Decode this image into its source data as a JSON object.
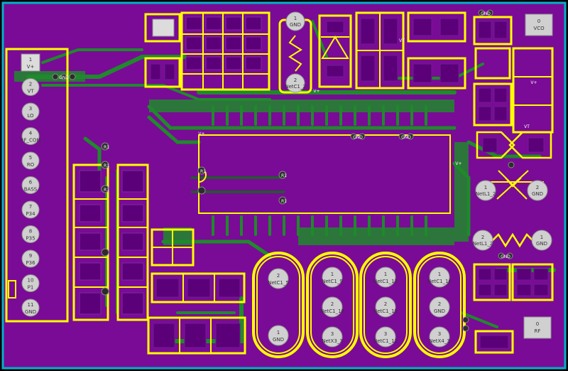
{
  "connector": {
    "pins": [
      {
        "num": "1",
        "label": "V+"
      },
      {
        "num": "2",
        "label": "VT"
      },
      {
        "num": "3",
        "label": "LO"
      },
      {
        "num": "4",
        "label": "RF_COM"
      },
      {
        "num": "5",
        "label": "RO"
      },
      {
        "num": "6",
        "label": "BASS"
      },
      {
        "num": "7",
        "label": "P34"
      },
      {
        "num": "8",
        "label": "P35"
      },
      {
        "num": "9",
        "label": "P36"
      },
      {
        "num": "10",
        "label": "P1"
      },
      {
        "num": "11",
        "label": "GND"
      }
    ]
  },
  "pads": {
    "top_gnd": {
      "num": "1",
      "label": "GND"
    },
    "top_netc": {
      "num": "2",
      "label": "NetC1_2"
    },
    "vco": {
      "num": "0",
      "label": "VCO"
    },
    "rf": {
      "num": "0",
      "label": "RF"
    },
    "l1_left": {
      "num": "1",
      "label": "NetL1_2"
    },
    "l1_right": {
      "num": "2",
      "label": "GND"
    },
    "r_left": {
      "num": "2",
      "label": "NetL1_2"
    },
    "r_right": {
      "num": "1",
      "label": "GND"
    }
  },
  "crystals": [
    {
      "pads": [
        {
          "num": "2",
          "label": "NetC1_5"
        },
        {
          "num": "1",
          "label": "GND"
        }
      ]
    },
    {
      "pads": [
        {
          "num": "1",
          "label": "NetC1_9"
        },
        {
          "num": "2",
          "label": "NetC1_10"
        },
        {
          "num": "3",
          "label": "NetX3_3"
        }
      ]
    },
    {
      "pads": [
        {
          "num": "1",
          "label": "NetC1_13"
        },
        {
          "num": "2",
          "label": "NetC1_15"
        },
        {
          "num": "3",
          "label": "NetC1_11"
        }
      ]
    },
    {
      "pads": [
        {
          "num": "1",
          "label": "NetC1_16"
        },
        {
          "num": "2",
          "label": "GND"
        },
        {
          "num": "3",
          "label": "NetX4_3"
        }
      ]
    }
  ],
  "net_labels": {
    "vplus": "V+",
    "vt": "VT",
    "gnd": "GND",
    "r1": "R1"
  },
  "colors": {
    "board": "#7a0b96",
    "copper": "#1f8a2b",
    "silk": "#ffff00",
    "outline": "#00b0c8",
    "pad": "#d0d0d0"
  }
}
